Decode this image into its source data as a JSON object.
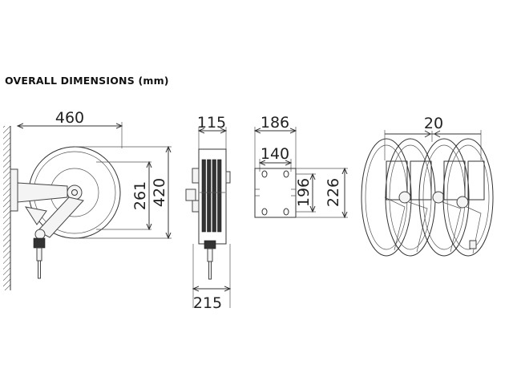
{
  "title": "OVERALL DIMENSIONS (mm)",
  "views": {
    "side": {
      "width": "460",
      "inner_height": "261",
      "overall_height": "420"
    },
    "front": {
      "top_width": "115",
      "bottom_width": "215"
    },
    "plate": {
      "outer_width": "186",
      "inner_width": "140",
      "inner_height": "196",
      "outer_height": "226"
    },
    "multi": {
      "spacing": "20"
    }
  }
}
